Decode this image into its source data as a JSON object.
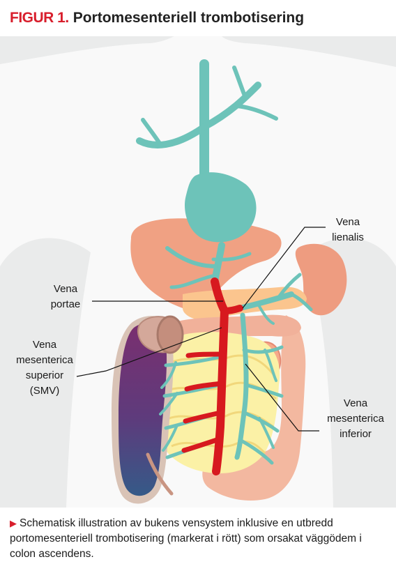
{
  "figure": {
    "label": "FIGUR 1.",
    "title": "Portomesenteriell trombotisering"
  },
  "labels": {
    "vena_lienalis": [
      "Vena",
      "lienalis"
    ],
    "vena_portae": [
      "Vena",
      "portae"
    ],
    "smv": [
      "Vena",
      "mesenterica",
      "superior",
      "(SMV)"
    ],
    "vena_mesenterica_inferior": [
      "Vena",
      "mesenterica",
      "inferior"
    ]
  },
  "caption": "Schematisk illustration av bukens vensystem inklusive en utbredd portomesenteriell trombotisering (markerat i rött) som orsakat väggödem i colon ascendens.",
  "colors": {
    "background": "#eaebeb",
    "body_silhouette": "#f9f9f9",
    "veins": "#6dc3b9",
    "thrombosis": "#d7191f",
    "liver": "#f0a183",
    "pancreas": "#fbc58e",
    "small_intestine": "#fbf1a6",
    "colon": "#f3b8a0",
    "edematous_colon": "#6b2f6e",
    "accent": "#d81e2c"
  }
}
